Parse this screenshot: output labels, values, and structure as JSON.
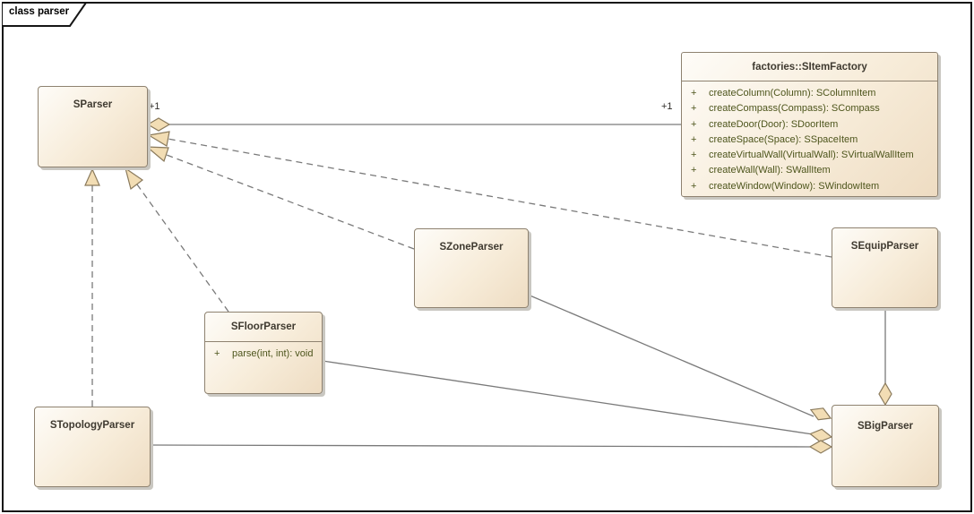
{
  "diagram": {
    "frame_label": "class parser",
    "kind": "UML class diagram"
  },
  "classes": {
    "sparser": {
      "name": "SParser"
    },
    "factory": {
      "name": "factories::SItemFactory",
      "methods": [
        {
          "vis": "+",
          "sig": "createColumn(Column): SColumnItem"
        },
        {
          "vis": "+",
          "sig": "createCompass(Compass): SCompass"
        },
        {
          "vis": "+",
          "sig": "createDoor(Door): SDoorItem"
        },
        {
          "vis": "+",
          "sig": "createSpace(Space): SSpaceItem"
        },
        {
          "vis": "+",
          "sig": "createVirtualWall(VirtualWall): SVirtualWallItem"
        },
        {
          "vis": "+",
          "sig": "createWall(Wall): SWallItem"
        },
        {
          "vis": "+",
          "sig": "createWindow(Window): SWindowItem"
        }
      ]
    },
    "szone": {
      "name": "SZoneParser"
    },
    "sequip": {
      "name": "SEquipParser"
    },
    "sfloor": {
      "name": "SFloorParser",
      "methods": [
        {
          "vis": "+",
          "sig": "parse(int, int): void"
        }
      ]
    },
    "stopo": {
      "name": "STopologyParser"
    },
    "sbig": {
      "name": "SBigParser"
    }
  },
  "connectors": {
    "sparser_factory": {
      "type": "aggregation",
      "from": "SParser",
      "to": "factories::SItemFactory",
      "line": "solid",
      "source_multiplicity": "+1",
      "target_multiplicity": "+1"
    },
    "szone_sparser": {
      "type": "realization",
      "from": "SZoneParser",
      "to": "SParser",
      "line": "dashed"
    },
    "sequip_sparser": {
      "type": "realization",
      "from": "SEquipParser",
      "to": "SParser",
      "line": "dashed"
    },
    "sfloor_sparser": {
      "type": "realization",
      "from": "SFloorParser",
      "to": "SParser",
      "line": "dashed"
    },
    "stopo_sparser": {
      "type": "realization",
      "from": "STopologyParser",
      "to": "SParser",
      "line": "dashed"
    },
    "sbig_szone": {
      "type": "aggregation",
      "from": "SBigParser",
      "to": "SZoneParser",
      "line": "solid"
    },
    "sbig_sfloor": {
      "type": "aggregation",
      "from": "SBigParser",
      "to": "SFloorParser",
      "line": "solid"
    },
    "sbig_stopo": {
      "type": "aggregation",
      "from": "SBigParser",
      "to": "STopologyParser",
      "line": "solid"
    },
    "sbig_sequip": {
      "type": "aggregation",
      "from": "SBigParser",
      "to": "SEquipParser",
      "line": "solid"
    }
  },
  "colors": {
    "box_border": "#8e8270",
    "box_fill_light": "#fefcf8",
    "box_fill_dark": "#eedcc2",
    "arrow_fill": "#f2ddb4",
    "arrow_border": "#8a7a5c",
    "connector_line": "#7a7a7a",
    "name_text": "#3f3a30",
    "method_text": "#4d551c",
    "frame_border": "#161616"
  }
}
